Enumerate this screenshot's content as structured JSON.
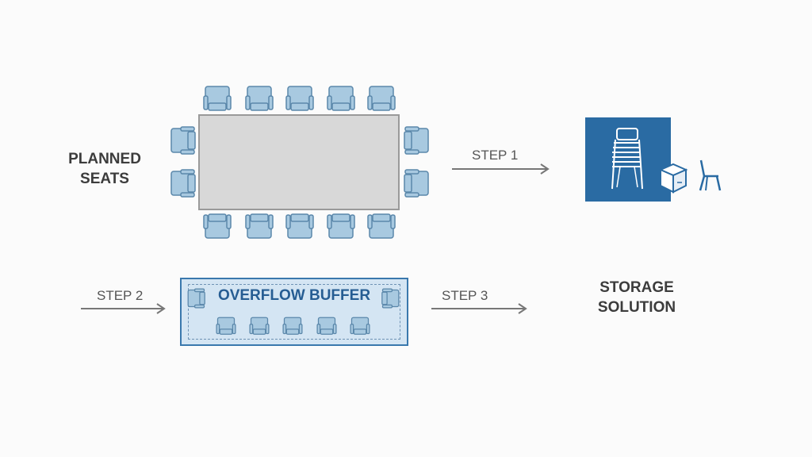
{
  "labels": {
    "planned_seats": "PLANNED\nSEATS",
    "step1": "STEP 1",
    "step2": "STEP 2",
    "step3": "STEP 3",
    "storage_solution": "STORAGE\nSOLUTION",
    "overflow_buffer": "OVERFLOW BUFFER"
  },
  "colors": {
    "chair_fill": "#a8c9e0",
    "chair_stroke": "#5a87aa",
    "storage_fill": "#2a6ba3",
    "overflow_fill": "#d4e5f3"
  }
}
